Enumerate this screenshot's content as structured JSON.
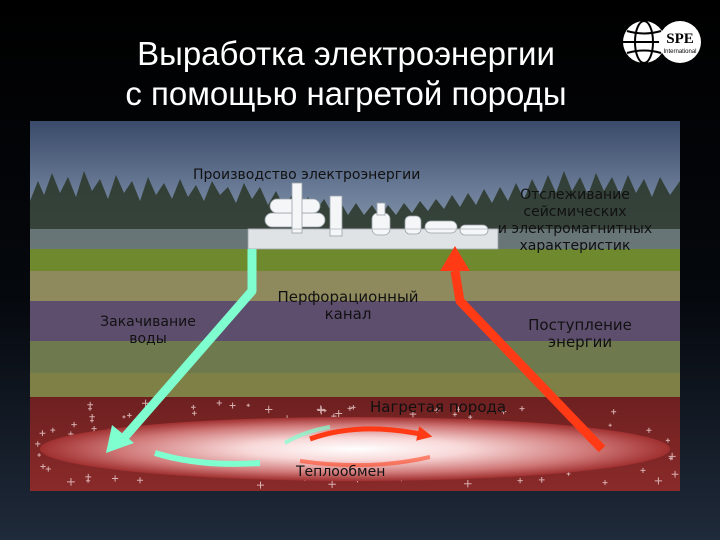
{
  "title": {
    "line1": "Выработка электроэнергии",
    "line2": "с помощью нагретой породы"
  },
  "logo": {
    "text": "SPE",
    "subtext": "International",
    "icon": "globe-icon"
  },
  "labels": {
    "power_production": "Производство электроэнергии",
    "monitoring_line1": "Отслеживание",
    "monitoring_line2": "сейсмических",
    "monitoring_line3": "и электромагнитных",
    "monitoring_line4": "характеристик",
    "water_injection_line1": "Закачивание",
    "water_injection_line2": "воды",
    "perforation_line1": "Перфорационный",
    "perforation_line2": "канал",
    "energy_supply_line1": "Поступление",
    "energy_supply_line2": "энергии",
    "hot_rock": "Нагретая порода",
    "heat_exchange": "Теплообмен"
  },
  "colors": {
    "injection_arrow": "#7fffd0",
    "production_arrow": "#ff3a14",
    "hot_rock_layer": "#7a2222"
  }
}
